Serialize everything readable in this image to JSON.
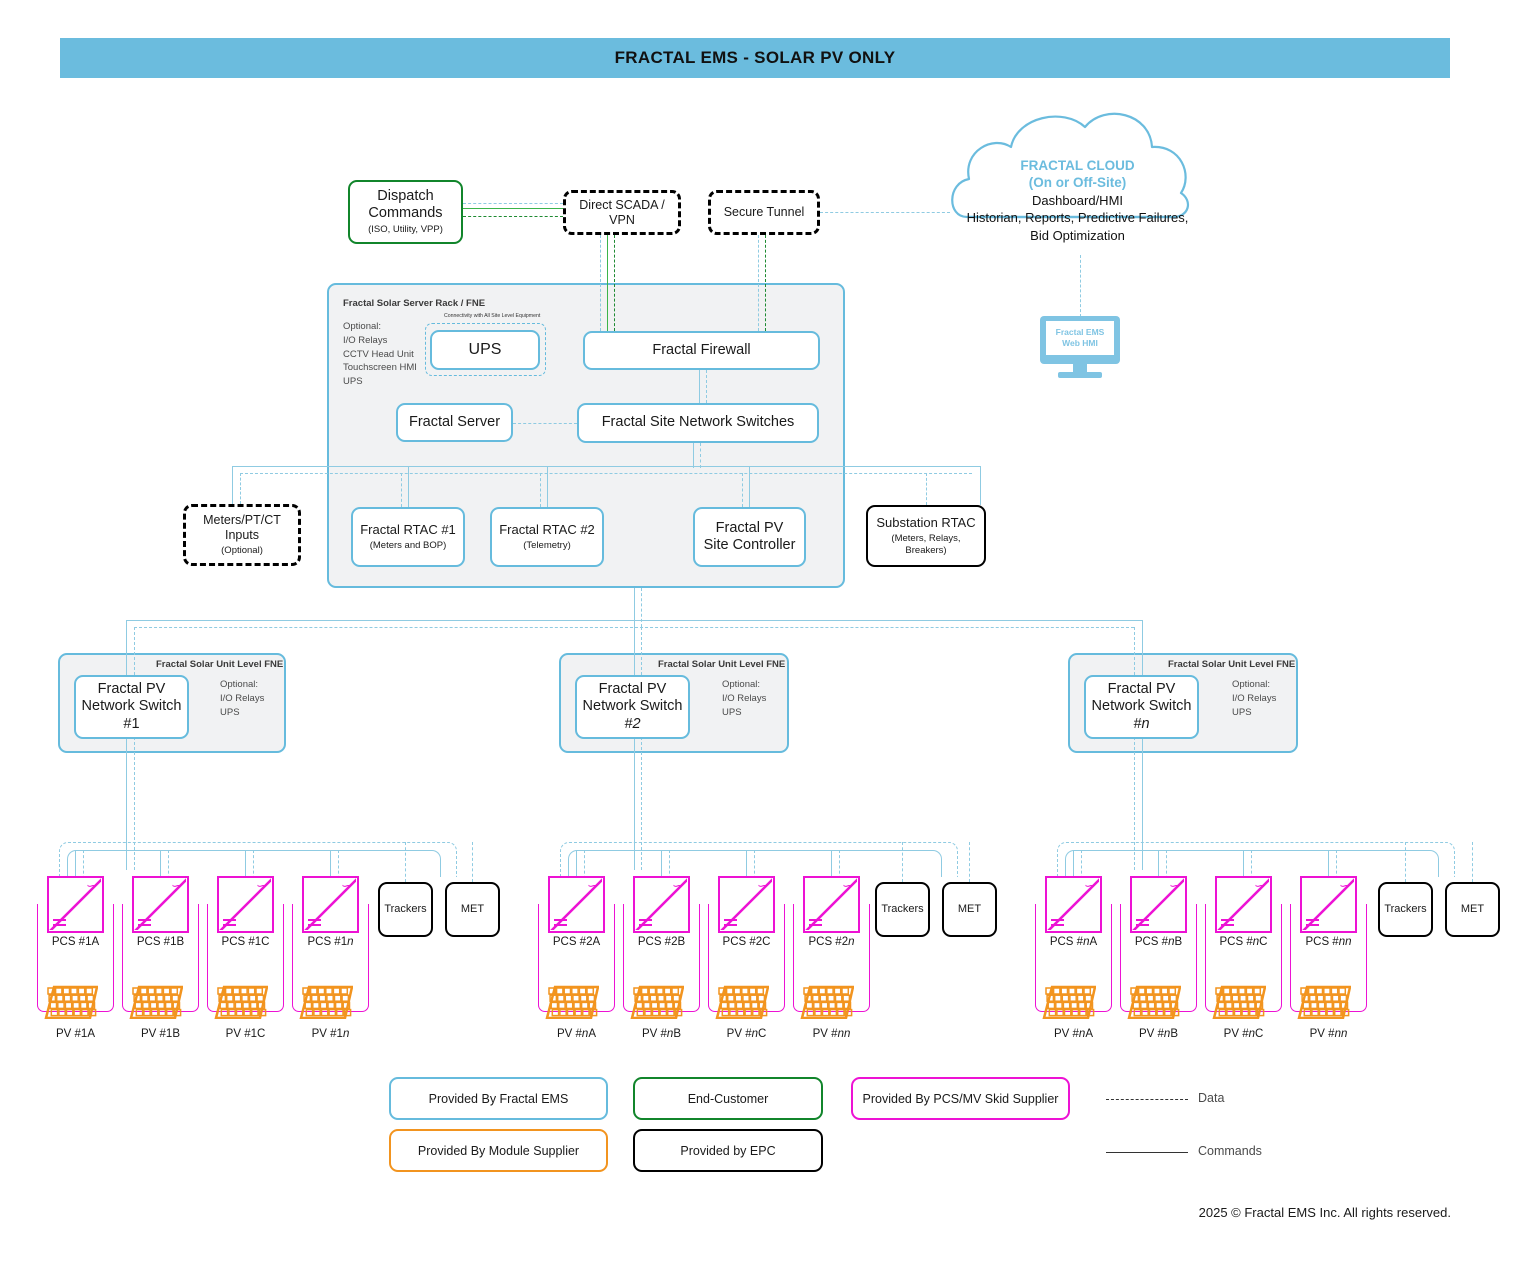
{
  "header": {
    "title": "FRACTAL EMS - SOLAR PV ONLY",
    "banner_color": "#6BBCDE"
  },
  "top": {
    "dispatch": {
      "line1": "Dispatch",
      "line2": "Commands",
      "sub": "(ISO, Utility, VPP)"
    },
    "scada": {
      "label": "Direct SCADA / VPN"
    },
    "tunnel": {
      "label": "Secure Tunnel"
    },
    "cloud": {
      "title1": "FRACTAL CLOUD",
      "title2": "(On or Off-Site)",
      "body1": "Dashboard/HMI",
      "body2": "Historian, Reports, Predictive Failures,",
      "body3": "Bid Optimization"
    },
    "web_hmi": {
      "line1": "Fractal EMS",
      "line2": "Web HMI"
    }
  },
  "server_rack": {
    "title": "Fractal Solar Server Rack / FNE",
    "optional_note": "Optional:\nI/O Relays\nCCTV Head Unit\nTouchscreen HMI\nUPS",
    "ups_caption": "Connectivity with All Site Level Equipment",
    "ups": {
      "label": "UPS"
    },
    "firewall": {
      "label": "Fractal Firewall"
    },
    "server": {
      "label": "Fractal Server"
    },
    "switches": {
      "label": "Fractal Site Network Switches"
    }
  },
  "site_devices": {
    "meters": {
      "line1": "Meters/PT/CT",
      "line2": "Inputs",
      "sub": "(Optional)"
    },
    "rtac1": {
      "line1": "Fractal RTAC #1",
      "sub": "(Meters and BOP)"
    },
    "rtac2": {
      "line1": "Fractal RTAC #2",
      "sub": "(Telemetry)"
    },
    "pv_site_controller": {
      "line1": "Fractal PV",
      "line2": "Site Controller"
    },
    "substation_rtac": {
      "line1": "Substation RTAC",
      "sub1": "(Meters, Relays,",
      "sub2": "Breakers)"
    }
  },
  "unit_groups": [
    {
      "group_title": "Fractal Solar Unit Level FNE",
      "optional_note": "Optional:\nI/O Relays\nUPS",
      "switch": {
        "line1": "Fractal PV",
        "line2": "Network Switch",
        "line3": "#1"
      },
      "pcs": [
        "PCS #1A",
        "PCS #1B",
        "PCS #1C",
        "PCS #1n"
      ],
      "pv": [
        "PV #1A",
        "PV #1B",
        "PV #1C",
        "PV #1n"
      ],
      "trackers": "Trackers",
      "met": "MET"
    },
    {
      "group_title": "Fractal Solar Unit Level FNE",
      "optional_note": "Optional:\nI/O Relays\nUPS",
      "switch": {
        "line1": "Fractal PV",
        "line2": "Network Switch",
        "line3": "#2"
      },
      "pcs": [
        "PCS #2A",
        "PCS #2B",
        "PCS #2C",
        "PCS #2n"
      ],
      "pv": [
        "PV #nA",
        "PV #nB",
        "PV #nC",
        "PV #nn"
      ],
      "trackers": "Trackers",
      "met": "MET"
    },
    {
      "group_title": "Fractal Solar Unit Level FNE",
      "optional_note": "Optional:\nI/O Relays\nUPS",
      "switch": {
        "line1": "Fractal PV",
        "line2": "Network Switch",
        "line3": "#n"
      },
      "pcs": [
        "PCS #nA",
        "PCS #nB",
        "PCS #nC",
        "PCS #nn"
      ],
      "pv": [
        "PV #nA",
        "PV #nB",
        "PV #nC",
        "PV #nn"
      ],
      "trackers": "Trackers",
      "met": "MET"
    }
  ],
  "legend": {
    "boxes": [
      {
        "label": "Provided By Fractal EMS",
        "color": "#66BBDD"
      },
      {
        "label": "End-Customer",
        "color": "#11852B"
      },
      {
        "label": "Provided By PCS/MV Skid Supplier",
        "color": "#ED12D4"
      },
      {
        "label": "Provided By Module Supplier",
        "color": "#F2941F"
      },
      {
        "label": "Provided by EPC",
        "color": "#000000"
      }
    ],
    "lines": [
      {
        "label": "Data",
        "style": "dashed"
      },
      {
        "label": "Commands",
        "style": "solid"
      }
    ]
  },
  "footer": {
    "copyright": "2025 © Fractal EMS Inc. All rights reserved."
  },
  "colors": {
    "brand_blue": "#66BBDD",
    "connector_blue": "#8FCBE2",
    "green": "#11852B",
    "magenta": "#ED12D4",
    "orange": "#F2941F",
    "group_fill": "#F1F2F3"
  }
}
